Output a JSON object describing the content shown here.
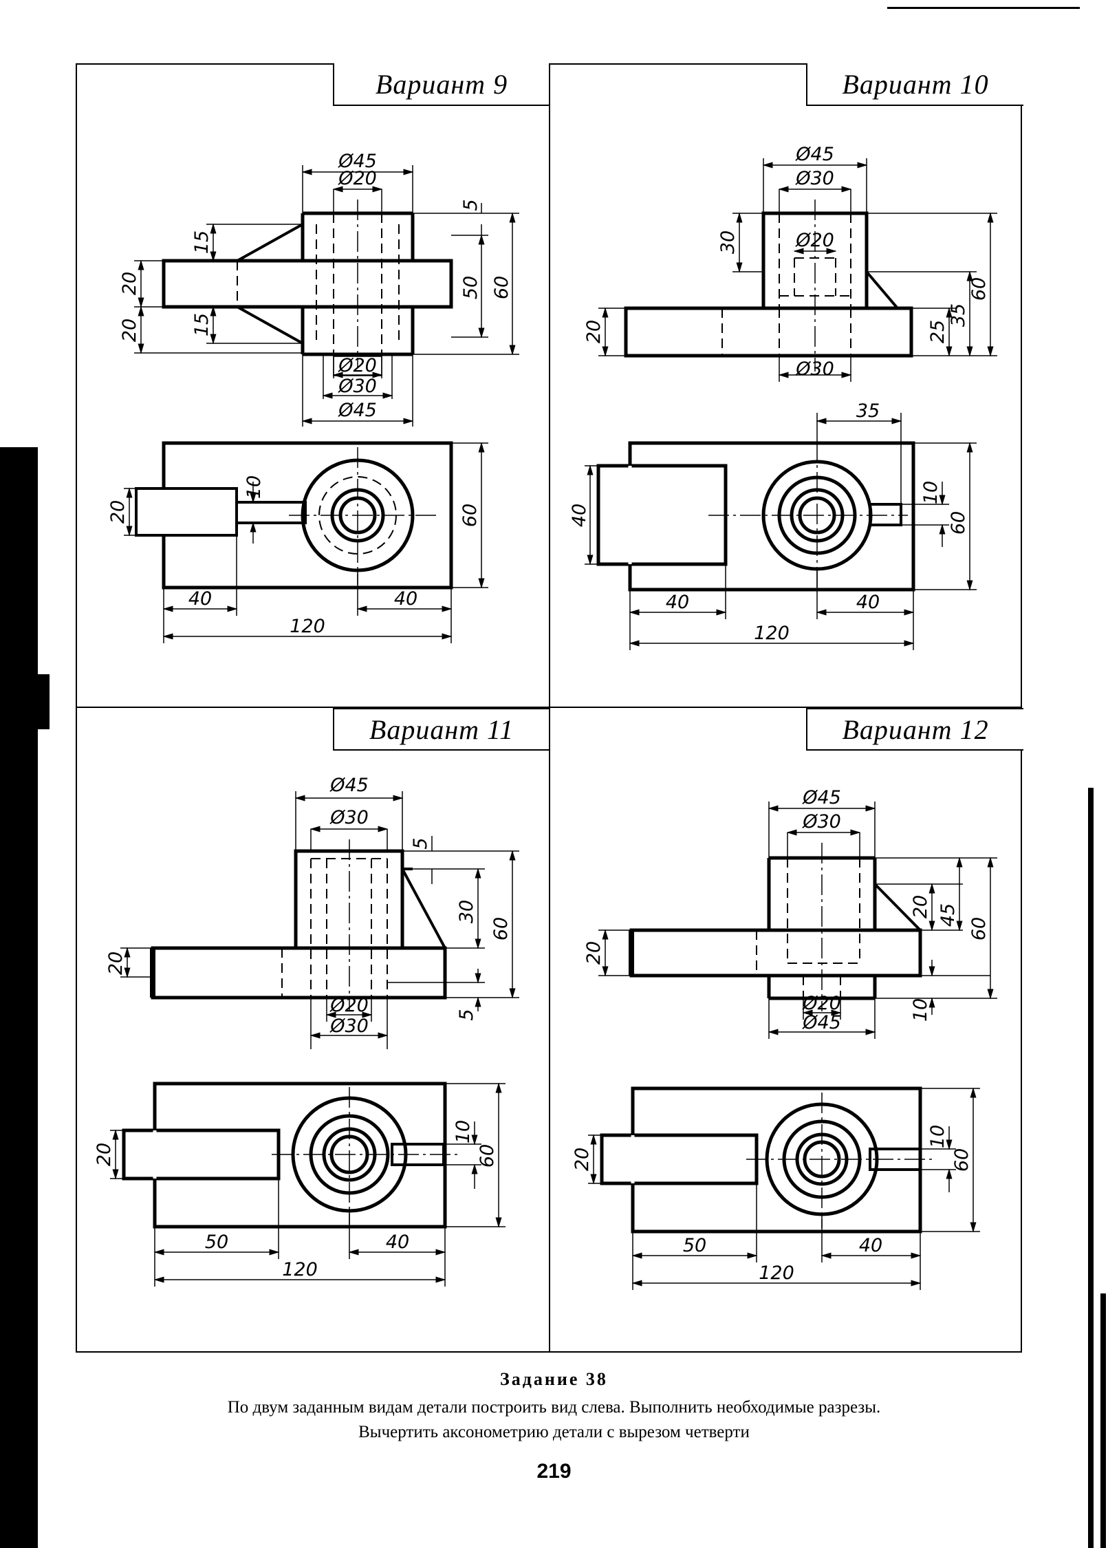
{
  "variants": [
    {
      "label": "Вариант 9"
    },
    {
      "label": "Вариант 10"
    },
    {
      "label": "Вариант 11"
    },
    {
      "label": "Вариант 12"
    }
  ],
  "task": {
    "title": "Задание 38",
    "line1": "По двум заданным видам детали построить вид слева. Выполнить необходимые разрезы.",
    "line2": "Вычертить аксонометрию детали с вырезом четверти"
  },
  "page_number": "219",
  "dimensions": {
    "v9": {
      "front": {
        "d45_top": "Ø45",
        "d20_top": "Ø20",
        "d20_bot": "Ø20",
        "d30_bot": "Ø30",
        "d45_bot": "Ø45",
        "h5": "5",
        "h15a": "15",
        "h15b": "15",
        "h20a": "20",
        "h20b": "20",
        "h50": "50",
        "h60": "60"
      },
      "top": {
        "w20": "20",
        "w10": "10",
        "h60": "60",
        "d40a": "40",
        "d40b": "40",
        "d120": "120"
      }
    },
    "v10": {
      "front": {
        "d45_top": "Ø45",
        "d30_top": "Ø30",
        "d20_mid": "Ø20",
        "d30_bot": "Ø30",
        "h30": "30",
        "h20": "20",
        "h25": "25",
        "h35": "35",
        "h60": "60"
      },
      "top": {
        "d35": "35",
        "h40": "40",
        "h10": "10",
        "h60": "60",
        "d40a": "40",
        "d40b": "40",
        "d120": "120"
      }
    },
    "v11": {
      "front": {
        "d45_top": "Ø45",
        "d30_top": "Ø30",
        "d20_bot": "Ø20",
        "d30_bot": "Ø30",
        "h5a": "5",
        "h30": "30",
        "h60": "60",
        "h20": "20",
        "h5b": "5"
      },
      "top": {
        "h20": "20",
        "h10": "10",
        "h60": "60",
        "d50": "50",
        "d40": "40",
        "d120": "120"
      }
    },
    "v12": {
      "front": {
        "d45_top": "Ø45",
        "d30_top": "Ø30",
        "d20_bot": "Ø20",
        "d45_bot": "Ø45",
        "h20a": "20",
        "h20b": "20",
        "h45": "45",
        "h60": "60",
        "h10": "10"
      },
      "top": {
        "h20": "20",
        "h10": "10",
        "h60": "60",
        "d50": "50",
        "d40": "40",
        "d120": "120"
      }
    }
  }
}
